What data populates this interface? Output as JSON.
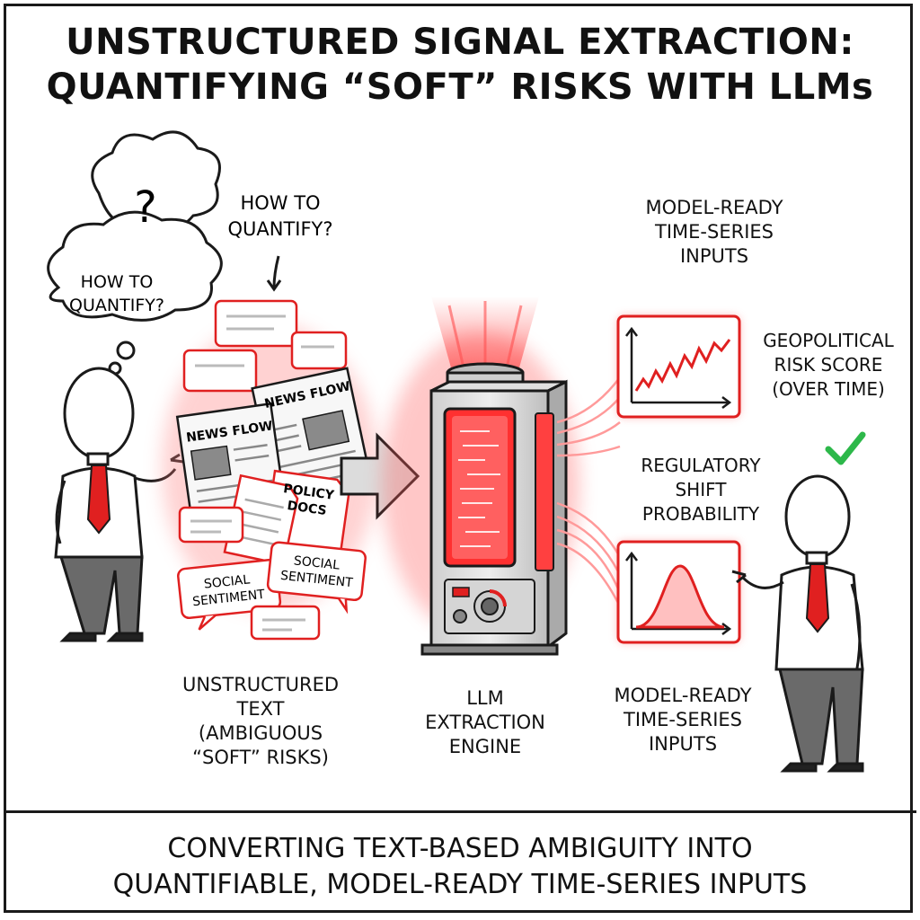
{
  "title": {
    "line1": "UNSTRUCTURED SIGNAL EXTRACTION:",
    "line2": "QUANTIFYING “SOFT” RISKS WITH LLMs"
  },
  "thought_bubble": {
    "mark": "?",
    "line1": "HOW TO",
    "line2": "QUANTIFY?"
  },
  "question_note": {
    "line1": "HOW TO",
    "line2": "QUANTIFY?"
  },
  "documents": {
    "news_flow_1": "NEWS FLOW",
    "news_flow_2": "NEWS FLOW",
    "policy_docs_1": "POLICY",
    "policy_docs_2": "DOCS",
    "social_sentiment_a1": "SOCIAL",
    "social_sentiment_a2": "SENTIMENT",
    "social_sentiment_b1": "SOCIAL",
    "social_sentiment_b2": "SENTIMENT"
  },
  "labels": {
    "unstructured": [
      "UNSTRUCTURED",
      "TEXT",
      "(AMBIGUOUS",
      "“SOFT” RISKS)"
    ],
    "engine": [
      "LLM",
      "EXTRACTION",
      "ENGINE"
    ],
    "model_ready_top": [
      "MODEL-READY",
      "TIME-SERIES",
      "INPUTS"
    ],
    "model_ready_bottom": [
      "MODEL-READY",
      "TIME-SERIES",
      "INPUTS"
    ],
    "geopolitical": [
      "GEOPOLITICAL",
      "RISK SCORE",
      "(OVER TIME)"
    ],
    "regulatory": [
      "REGULATORY",
      "SHIFT",
      "PROBABILITY"
    ]
  },
  "footer": {
    "line1": "CONVERTING TEXT-BASED AMBIGUITY INTO",
    "line2": "QUANTIFIABLE, MODEL-READY TIME-SERIES INPUTS"
  },
  "colors": {
    "accent": "#e02020",
    "glow": "#ff6a6a",
    "check": "#2db84a",
    "ink": "#1a1a1a"
  }
}
